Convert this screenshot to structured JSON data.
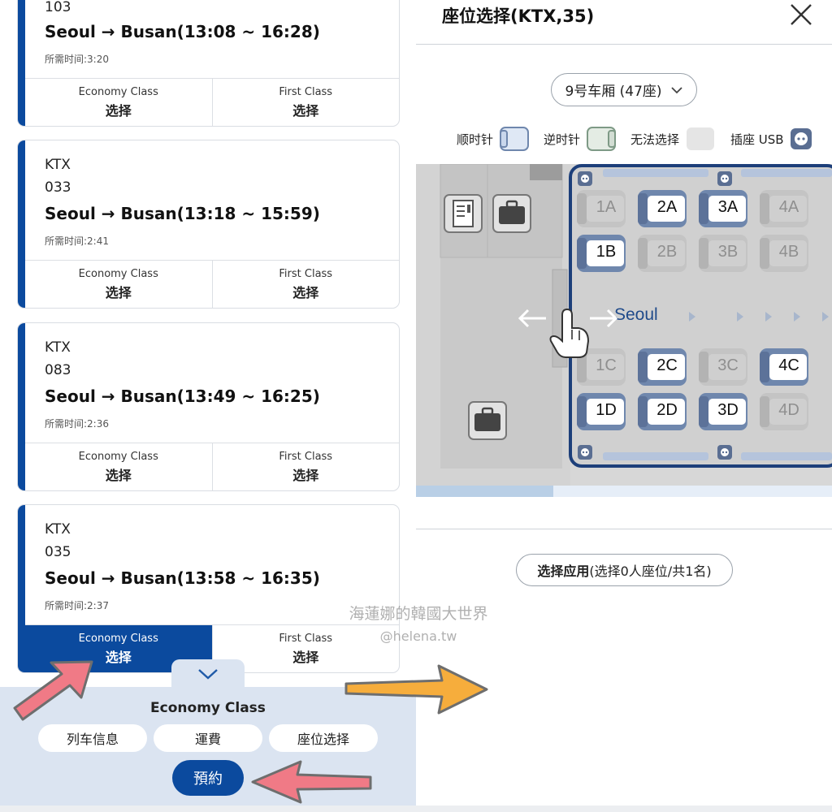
{
  "trains": [
    {
      "type": "",
      "number": "103",
      "route": "Seoul → Busan(13:08 ~ 16:28)",
      "duration": "所需时间:3:20",
      "economy": "Economy Class",
      "first": "First Class",
      "select": "选择"
    },
    {
      "type": "KTX",
      "number": "033",
      "route": "Seoul → Busan(13:18 ~ 15:59)",
      "duration": "所需时间:2:41",
      "economy": "Economy Class",
      "first": "First Class",
      "select": "选择"
    },
    {
      "type": "KTX",
      "number": "083",
      "route": "Seoul → Busan(13:49 ~ 16:25)",
      "duration": "所需时间:2:36",
      "economy": "Economy Class",
      "first": "First Class",
      "select": "选择"
    },
    {
      "type": "KTX",
      "number": "035",
      "route": "Seoul → Busan(13:58 ~ 16:35)",
      "duration": "所需时间:2:37",
      "economy": "Economy Class",
      "first": "First Class",
      "select": "选择"
    }
  ],
  "bottom_panel": {
    "title": "Economy Class",
    "btn_train_info": "列车信息",
    "btn_fare": "運費",
    "btn_seat": "座位选择",
    "btn_book": "預約"
  },
  "seat_panel": {
    "title": "座位选择(KTX,35)",
    "car_select": "9号车厢 (47座)",
    "legend_cw": "顺时针",
    "legend_ccw": "逆时针",
    "legend_unavailable": "无法选择",
    "legend_usb": "插座 USB",
    "direction_label": "Seoul",
    "apply_bold": "选择应用",
    "apply_rest": "(选择0人座位/共1名)",
    "progress_fraction": 0.33
  },
  "seats": [
    {
      "label": "1A",
      "available": false
    },
    {
      "label": "2A",
      "available": true
    },
    {
      "label": "3A",
      "available": true
    },
    {
      "label": "4A",
      "available": false
    },
    {
      "label": "1B",
      "available": true
    },
    {
      "label": "2B",
      "available": false
    },
    {
      "label": "3B",
      "available": false
    },
    {
      "label": "4B",
      "available": false
    },
    {
      "label": "1C",
      "available": false
    },
    {
      "label": "2C",
      "available": true
    },
    {
      "label": "3C",
      "available": false
    },
    {
      "label": "4C",
      "available": true
    },
    {
      "label": "1D",
      "available": true
    },
    {
      "label": "2D",
      "available": true
    },
    {
      "label": "3D",
      "available": true
    },
    {
      "label": "4D",
      "available": false
    }
  ],
  "watermark": {
    "line1": "海蓮娜的韓國大世界",
    "line2": "@helena.tw"
  },
  "colors": {
    "primary": "#0b4a9e",
    "seat_available": "#6f87ad",
    "seat_unavailable": "#b9b9b9",
    "annotation_red": "#f07a86",
    "annotation_orange": "#f6ad3c"
  }
}
